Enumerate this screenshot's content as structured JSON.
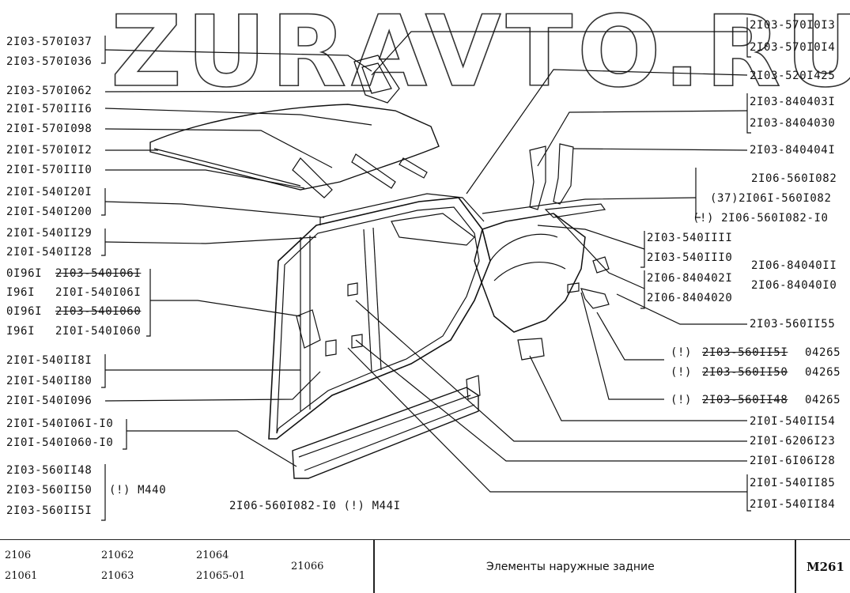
{
  "watermark": "ZURAVTO.RU",
  "labels_left": [
    "2I03-570I037",
    "2I03-570I036",
    "2I03-570I062",
    "2I0I-570III6",
    "2I0I-570I098",
    "2I0I-570I0I2",
    "2I0I-570III0",
    "2I0I-540I20I",
    "2I0I-540I200",
    "2I0I-540II29",
    "2I0I-540II28"
  ],
  "labels_left_mid": {
    "row1_prefix": "0I96I",
    "row1_code": "2I03-540I06I",
    "row2_prefix": "I96I",
    "row2_code": "2I0I-540I06I",
    "row3_prefix": "0I96I",
    "row3_code": "2I03-540I060",
    "row4_prefix": "I96I",
    "row4_code": "2I0I-540I060"
  },
  "labels_left_low": [
    "2I0I-540II8I",
    "2I0I-540II80",
    "2I0I-540I096",
    "2I0I-540I06I-I0",
    "2I0I-540I060-I0",
    "2I03-560II48",
    "2I03-560II50",
    "2I03-560II5I"
  ],
  "note_m440": "(!) M440",
  "bottom_note": "2I06-560I082-I0 (!) M44I",
  "labels_right": [
    "2I03-570I0I3",
    "2I03-570I0I4",
    "2I03-520I425",
    "2I03-840403I",
    "2I03-8404030",
    "2I03-840404I",
    "2I06-560I082",
    "(37)2I06I-560I082",
    "(!) 2I06-560I082-I0"
  ],
  "labels_center_right": [
    "2I03-540IIII",
    "2I03-540III0",
    "2I06-840402I",
    "2I06-8404020"
  ],
  "labels_far_right": [
    "2I06-84040II",
    "2I06-84040I0",
    "2I03-560II55"
  ],
  "labels_right_low": {
    "r1_prefix": "(!)",
    "r1_code": "2I03-560II5I",
    "r1_suffix": "04265",
    "r2_prefix": "(!)",
    "r2_code": "2I03-560II50",
    "r2_suffix": "04265",
    "r3_prefix": "(!)",
    "r3_code": "2I03-560II48",
    "r3_suffix": "04265",
    "r4": "2I0I-540II54",
    "r5": "2I0I-6206I23",
    "r6": "2I0I-6I06I28",
    "r7": "2I0I-540II85",
    "r8": "2I0I-540II84"
  },
  "footer": {
    "models": [
      "2106",
      "21061",
      "21062",
      "21063",
      "21064",
      "21065-01",
      "21066"
    ],
    "title": "Элементы наружные задние",
    "code": "M261"
  }
}
